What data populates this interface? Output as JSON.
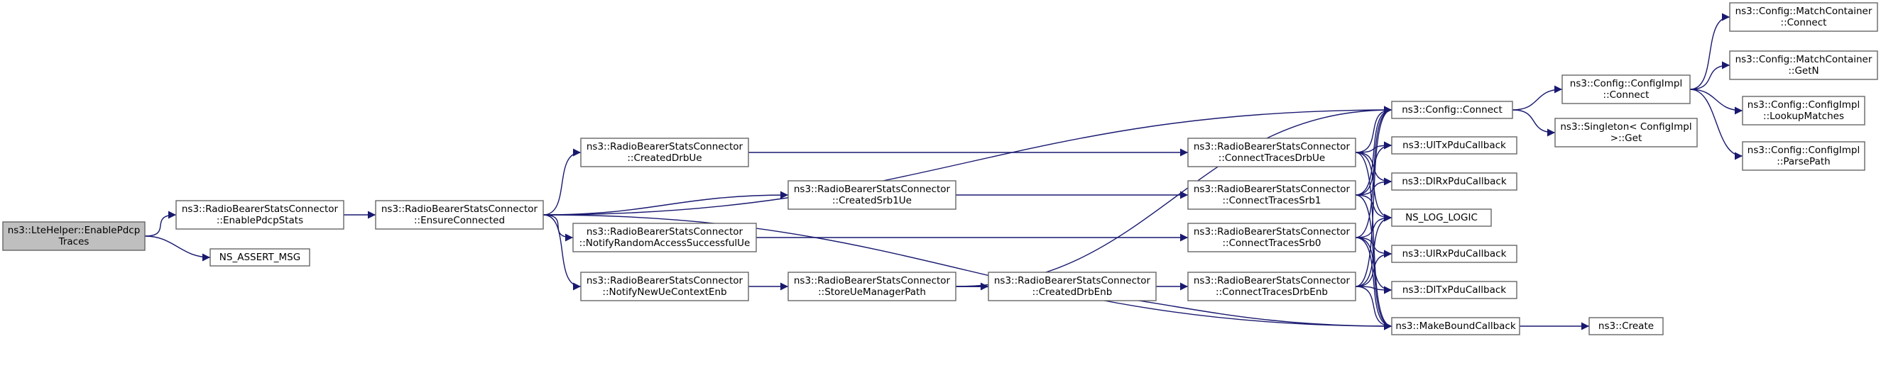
{
  "graph": {
    "colors": {
      "edge": "#191970",
      "node_fill": "#ffffff",
      "node_border": "#666666",
      "root_fill": "#bfbfbf",
      "background": "#ffffff"
    },
    "nodes": [
      {
        "id": "root",
        "lines": [
          "ns3::LteHelper::EnablePdcp",
          "Traces"
        ],
        "root": true
      },
      {
        "id": "enablePdcpStats",
        "lines": [
          "ns3::RadioBearerStatsConnector",
          "::EnablePdcpStats"
        ]
      },
      {
        "id": "nsAssertMsg",
        "lines": [
          "NS_ASSERT_MSG"
        ]
      },
      {
        "id": "ensureConnected",
        "lines": [
          "ns3::RadioBearerStatsConnector",
          "::EnsureConnected"
        ]
      },
      {
        "id": "createdDrbUe",
        "lines": [
          "ns3::RadioBearerStatsConnector",
          "::CreatedDrbUe"
        ]
      },
      {
        "id": "notifyRaSuccessful",
        "lines": [
          "ns3::RadioBearerStatsConnector",
          "::NotifyRandomAccessSuccessfulUe"
        ]
      },
      {
        "id": "notifyNewUeContextEnb",
        "lines": [
          "ns3::RadioBearerStatsConnector",
          "::NotifyNewUeContextEnb"
        ]
      },
      {
        "id": "createdSrb1Ue",
        "lines": [
          "ns3::RadioBearerStatsConnector",
          "::CreatedSrb1Ue"
        ]
      },
      {
        "id": "storeUeManagerPath",
        "lines": [
          "ns3::RadioBearerStatsConnector",
          "::StoreUeManagerPath"
        ]
      },
      {
        "id": "createdDrbEnb",
        "lines": [
          "ns3::RadioBearerStatsConnector",
          "::CreatedDrbEnb"
        ]
      },
      {
        "id": "connectTracesDrbUe",
        "lines": [
          "ns3::RadioBearerStatsConnector",
          "::ConnectTracesDrbUe"
        ]
      },
      {
        "id": "connectTracesSrb1",
        "lines": [
          "ns3::RadioBearerStatsConnector",
          "::ConnectTracesSrb1"
        ]
      },
      {
        "id": "connectTracesSrb0",
        "lines": [
          "ns3::RadioBearerStatsConnector",
          "::ConnectTracesSrb0"
        ]
      },
      {
        "id": "connectTracesDrbEnb",
        "lines": [
          "ns3::RadioBearerStatsConnector",
          "::ConnectTracesDrbEnb"
        ]
      },
      {
        "id": "configConnect",
        "lines": [
          "ns3::Config::Connect"
        ]
      },
      {
        "id": "ulTxPduCallback",
        "lines": [
          "ns3::UlTxPduCallback"
        ]
      },
      {
        "id": "dlRxPduCallback",
        "lines": [
          "ns3::DlRxPduCallback"
        ]
      },
      {
        "id": "nsLogLogic",
        "lines": [
          "NS_LOG_LOGIC"
        ]
      },
      {
        "id": "ulRxPduCallback",
        "lines": [
          "ns3::UlRxPduCallback"
        ]
      },
      {
        "id": "dlTxPduCallback",
        "lines": [
          "ns3::DlTxPduCallback"
        ]
      },
      {
        "id": "makeBoundCallback",
        "lines": [
          "ns3::MakeBoundCallback"
        ]
      },
      {
        "id": "configImplConnect",
        "lines": [
          "ns3::Config::ConfigImpl",
          "::Connect"
        ]
      },
      {
        "id": "singletonGet",
        "lines": [
          "ns3::Singleton< ConfigImpl",
          " >::Get"
        ]
      },
      {
        "id": "create",
        "lines": [
          "ns3::Create"
        ]
      },
      {
        "id": "matchContainerConnect",
        "lines": [
          "ns3::Config::MatchContainer",
          "::Connect"
        ]
      },
      {
        "id": "matchContainerGetN",
        "lines": [
          "ns3::Config::MatchContainer",
          "::GetN"
        ]
      },
      {
        "id": "lookupMatches",
        "lines": [
          "ns3::Config::ConfigImpl",
          "::LookupMatches"
        ]
      },
      {
        "id": "parsePath",
        "lines": [
          "ns3::Config::ConfigImpl",
          "::ParsePath"
        ]
      }
    ],
    "edges": [
      [
        "root",
        "enablePdcpStats"
      ],
      [
        "root",
        "nsAssertMsg"
      ],
      [
        "enablePdcpStats",
        "ensureConnected"
      ],
      [
        "ensureConnected",
        "configConnect"
      ],
      [
        "ensureConnected",
        "createdDrbUe"
      ],
      [
        "ensureConnected",
        "createdSrb1Ue"
      ],
      [
        "ensureConnected",
        "notifyRaSuccessful"
      ],
      [
        "ensureConnected",
        "notifyNewUeContextEnb"
      ],
      [
        "ensureConnected",
        "makeBoundCallback"
      ],
      [
        "createdDrbUe",
        "connectTracesDrbUe"
      ],
      [
        "createdSrb1Ue",
        "connectTracesSrb1"
      ],
      [
        "notifyRaSuccessful",
        "connectTracesSrb0"
      ],
      [
        "notifyNewUeContextEnb",
        "storeUeManagerPath"
      ],
      [
        "storeUeManagerPath",
        "configConnect"
      ],
      [
        "storeUeManagerPath",
        "createdDrbEnb"
      ],
      [
        "storeUeManagerPath",
        "makeBoundCallback"
      ],
      [
        "createdDrbEnb",
        "connectTracesDrbEnb"
      ],
      [
        "connectTracesDrbUe",
        "configConnect"
      ],
      [
        "connectTracesDrbUe",
        "ulTxPduCallback"
      ],
      [
        "connectTracesDrbUe",
        "dlRxPduCallback"
      ],
      [
        "connectTracesDrbUe",
        "nsLogLogic"
      ],
      [
        "connectTracesDrbUe",
        "makeBoundCallback"
      ],
      [
        "connectTracesSrb1",
        "configConnect"
      ],
      [
        "connectTracesSrb1",
        "ulTxPduCallback"
      ],
      [
        "connectTracesSrb1",
        "dlRxPduCallback"
      ],
      [
        "connectTracesSrb1",
        "nsLogLogic"
      ],
      [
        "connectTracesSrb1",
        "makeBoundCallback"
      ],
      [
        "connectTracesSrb0",
        "configConnect"
      ],
      [
        "connectTracesSrb0",
        "nsLogLogic"
      ],
      [
        "connectTracesSrb0",
        "ulRxPduCallback"
      ],
      [
        "connectTracesSrb0",
        "dlTxPduCallback"
      ],
      [
        "connectTracesSrb0",
        "makeBoundCallback"
      ],
      [
        "connectTracesDrbEnb",
        "configConnect"
      ],
      [
        "connectTracesDrbEnb",
        "nsLogLogic"
      ],
      [
        "connectTracesDrbEnb",
        "ulRxPduCallback"
      ],
      [
        "connectTracesDrbEnb",
        "dlTxPduCallback"
      ],
      [
        "connectTracesDrbEnb",
        "makeBoundCallback"
      ],
      [
        "configConnect",
        "configImplConnect"
      ],
      [
        "configConnect",
        "singletonGet"
      ],
      [
        "makeBoundCallback",
        "create"
      ],
      [
        "configImplConnect",
        "matchContainerConnect"
      ],
      [
        "configImplConnect",
        "matchContainerGetN"
      ],
      [
        "configImplConnect",
        "lookupMatches"
      ],
      [
        "configImplConnect",
        "parsePath"
      ]
    ]
  }
}
